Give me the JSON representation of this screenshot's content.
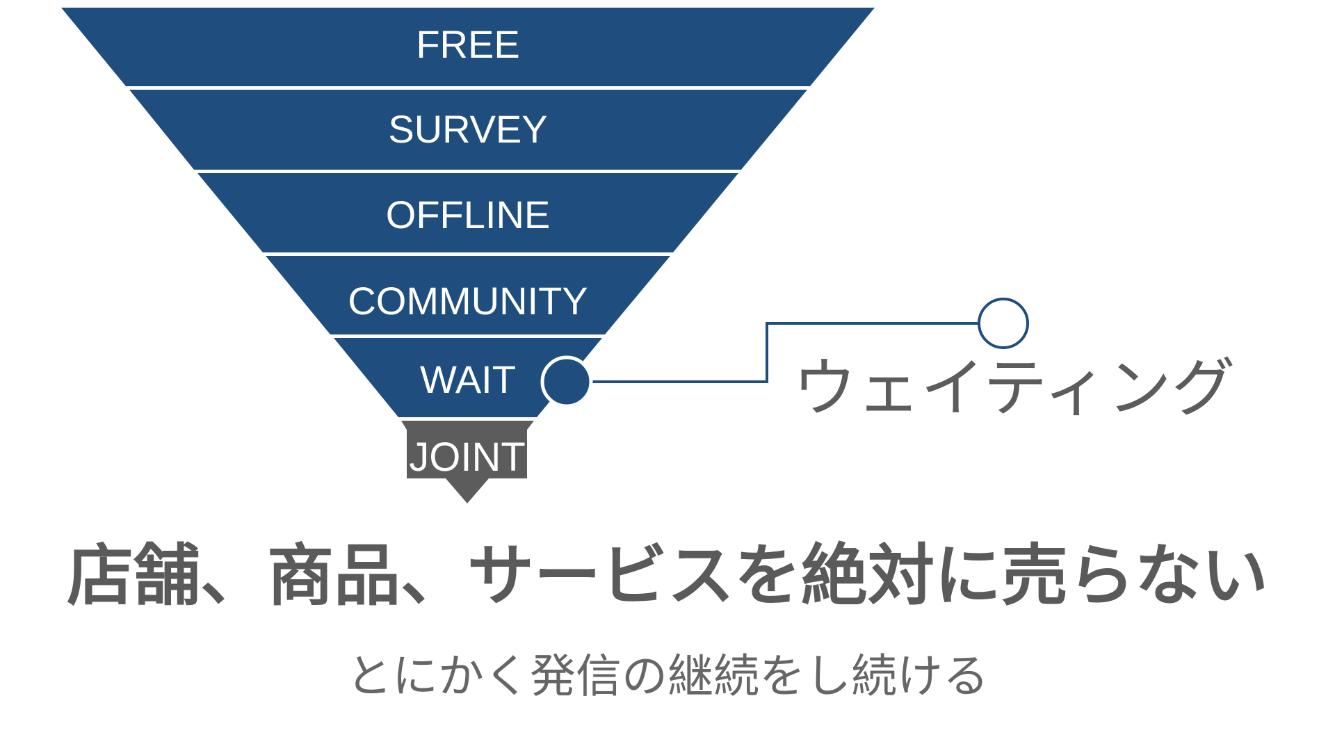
{
  "funnel": {
    "stages": [
      "FREE",
      "SURVEY",
      "OFFLINE",
      "COMMUNITY",
      "WAIT"
    ],
    "joint_label": "JOINT"
  },
  "callout": {
    "label": "ウェイティング"
  },
  "headline": "店舗、商品、サービスを絶対に売らない",
  "subline": "とにかく発信の継続をし続ける",
  "colors": {
    "funnel_fill": "#1f4e7e",
    "joint_fill": "#5c5c5c",
    "text_gray": "#5a5a5a",
    "background": "#ffffff"
  }
}
